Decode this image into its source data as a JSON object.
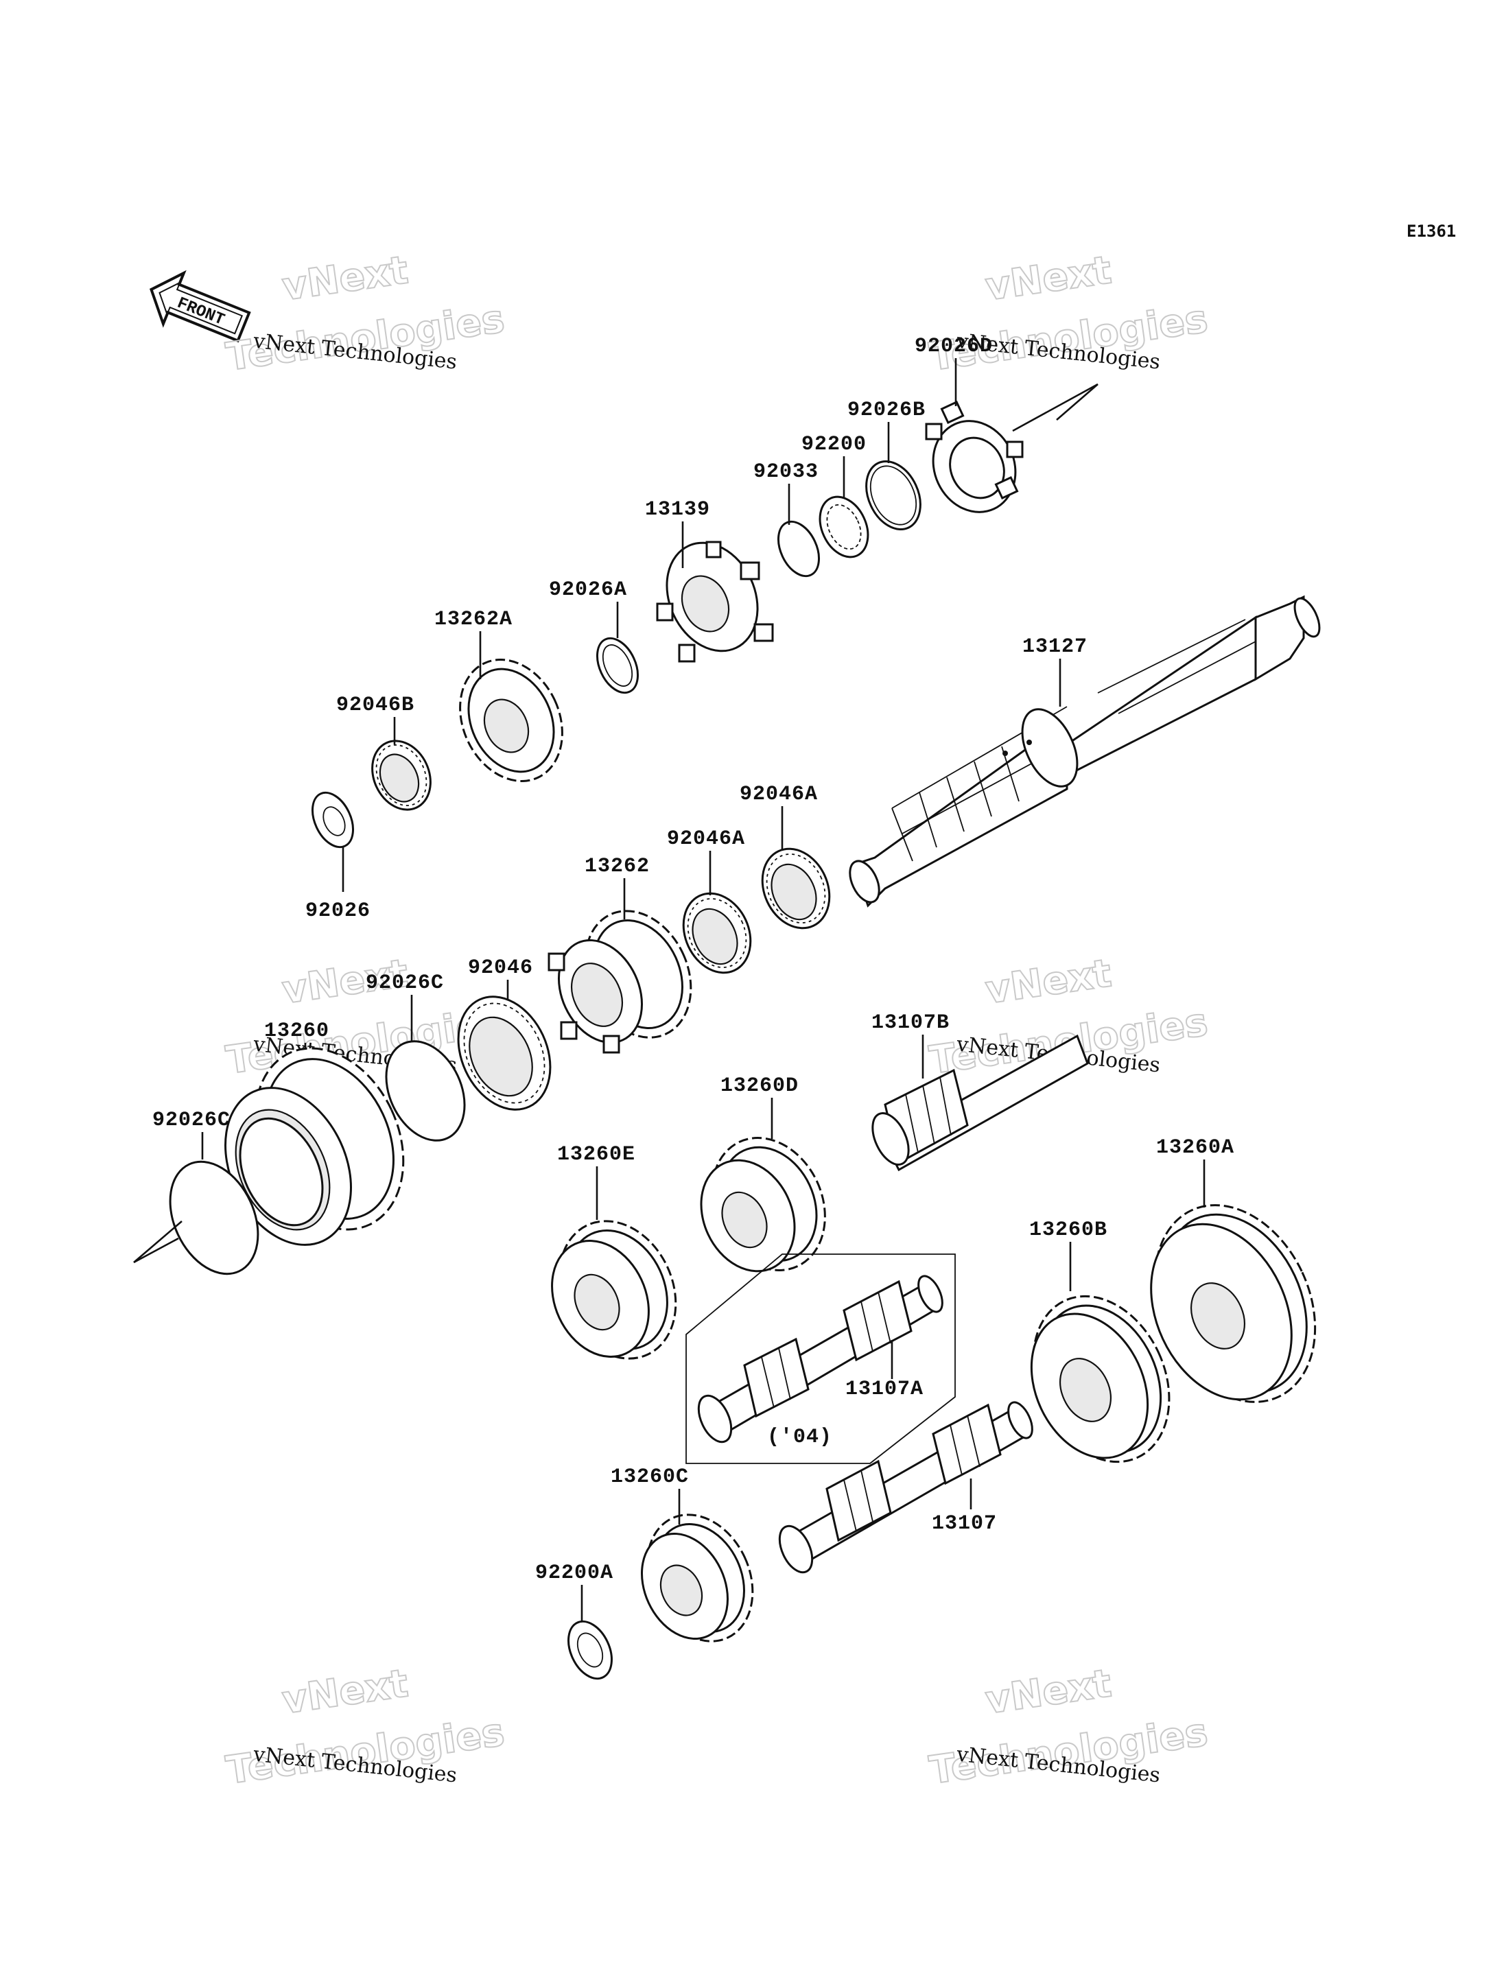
{
  "diagram_code": "E1361",
  "front_arrow": {
    "text": "FRONT"
  },
  "variant_note": "('04)",
  "watermarks": [
    {
      "small": "vNext Technologies",
      "big_line1": "vNext",
      "big_line2": "Technologies"
    },
    {
      "small": "vNext Technologies",
      "big_line1": "vNext",
      "big_line2": "Technologies"
    },
    {
      "small": "vNext Technologies",
      "big_line1": "vNext",
      "big_line2": "Technologies"
    },
    {
      "small": "vNext Technologies",
      "big_line1": "vNext",
      "big_line2": "Technologies"
    },
    {
      "small": "vNext Technologies",
      "big_line1": "vNext",
      "big_line2": "Technologies"
    },
    {
      "small": "vNext Technologies",
      "big_line1": "vNext",
      "big_line2": "Technologies"
    }
  ],
  "part_labels": {
    "p92026D": "92026D",
    "p92026B": "92026B",
    "p92200": "92200",
    "p92033": "92033",
    "p13139": "13139",
    "p92026A": "92026A",
    "p13262A": "13262A",
    "p92046B": "92046B",
    "p92026": "92026",
    "p13127": "13127",
    "p92046A_1": "92046A",
    "p92046A_2": "92046A",
    "p13262": "13262",
    "p92046": "92046",
    "p92026C_1": "92026C",
    "p13260": "13260",
    "p92026C_2": "92026C",
    "p13107B": "13107B",
    "p13260D": "13260D",
    "p13260E": "13260E",
    "p13260A": "13260A",
    "p13260B": "13260B",
    "p13107A": "13107A",
    "p13260C": "13260C",
    "p13107": "13107",
    "p92200A": "92200A"
  }
}
